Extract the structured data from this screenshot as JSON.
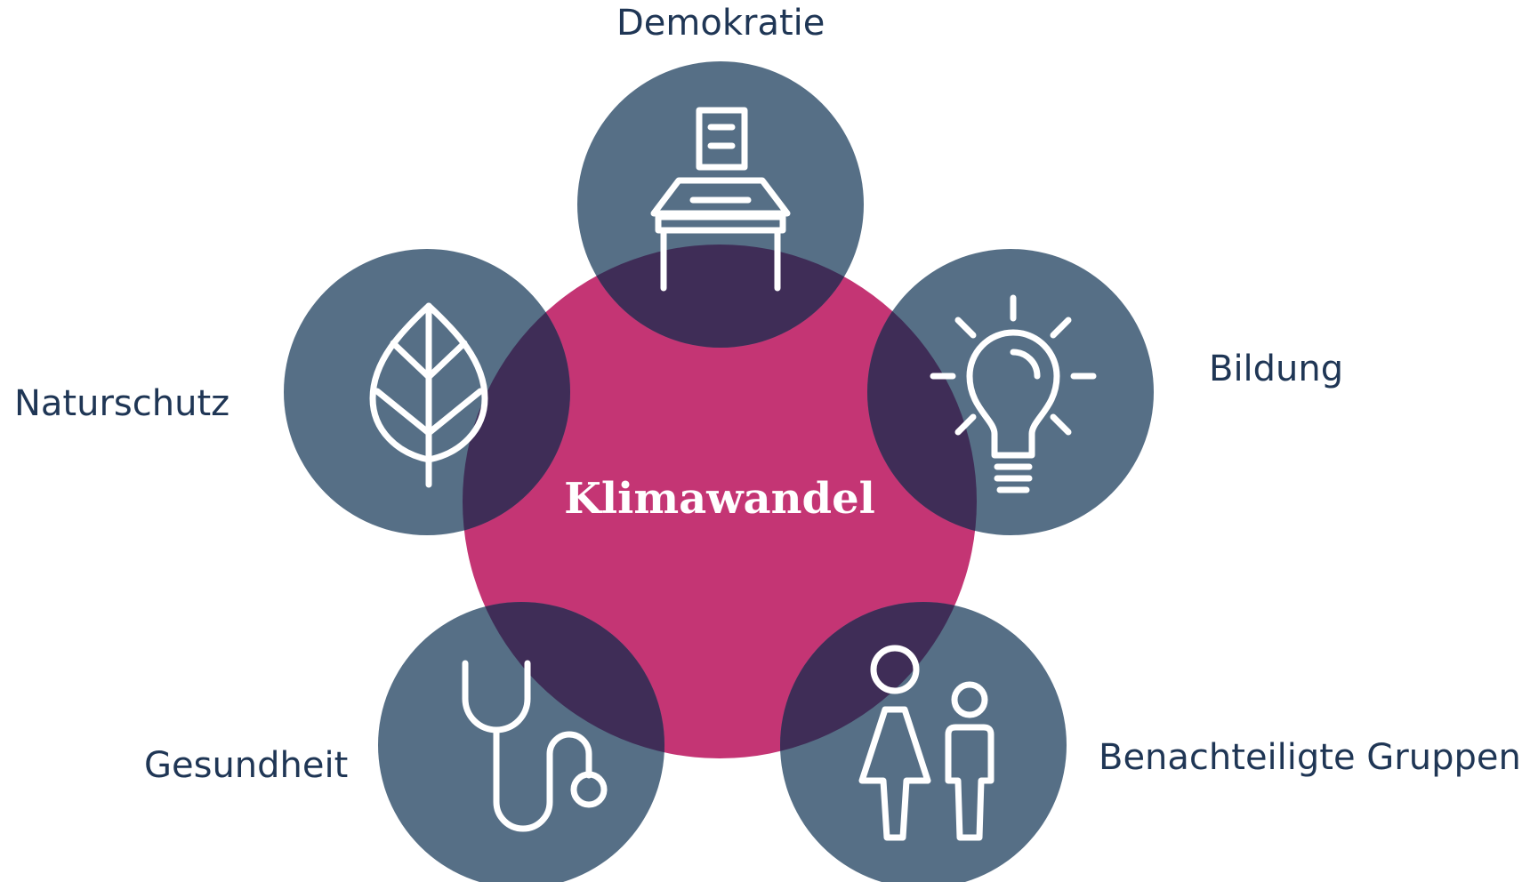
{
  "center": {
    "label": "Klimawandel"
  },
  "topics": [
    {
      "key": "demokratie",
      "label": "Demokratie",
      "icon": "ballot-box-icon"
    },
    {
      "key": "bildung",
      "label": "Bildung",
      "icon": "light-bulb-icon"
    },
    {
      "key": "benachteiligte",
      "label": "Benachteiligte Gruppen",
      "icon": "people-icon"
    },
    {
      "key": "gesundheit",
      "label": "Gesundheit",
      "icon": "stethoscope-icon"
    },
    {
      "key": "naturschutz",
      "label": "Naturschutz",
      "icon": "leaf-icon"
    }
  ],
  "colors": {
    "center": "#c43574",
    "satellite": "#566f86",
    "overlap": "#3f2d57",
    "icon": "#ffffff",
    "label": "#1f3655"
  }
}
